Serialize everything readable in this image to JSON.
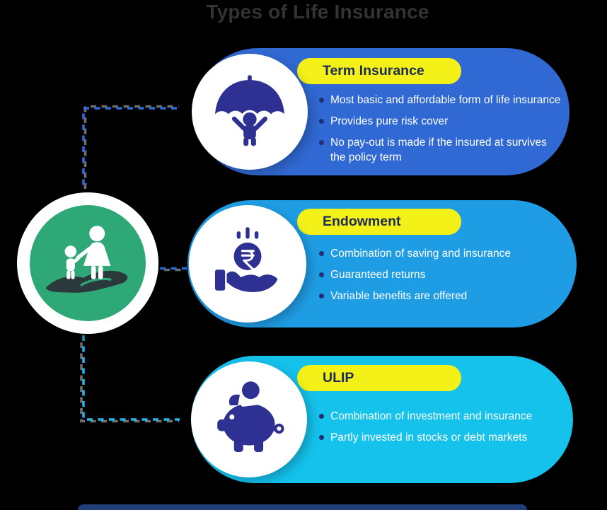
{
  "title": "Types of Life Insurance",
  "colors": {
    "background": "#000000",
    "title_color": "#333333",
    "yellow": "#f4f118",
    "navy_text": "#1b2a56",
    "icon_navy": "#2e3192",
    "green": "#2fa878",
    "hand_dark": "#2b383c",
    "bullet_dot": "#232e75",
    "bullet_text": "#ffffff",
    "next_card_edge": "#1e3f77"
  },
  "hub": {
    "icon": "family-in-hand-icon"
  },
  "connectors": {
    "top": "#2e6bd8",
    "middle": "#2e6bd8",
    "bottom": "#28b2e6",
    "shadow": "#6f6f6f"
  },
  "cards": [
    {
      "label": "Term Insurance",
      "icon": "umbrella-person-icon",
      "color": "#3069d3",
      "bullets": [
        "Most basic and affordable form of life insurance",
        "Provides pure risk cover",
        "No pay-out is made if the insured at survives\nthe policy term"
      ]
    },
    {
      "label": "Endowment",
      "icon": "rupee-coin-hand-icon",
      "color": "#1f9de4",
      "bullets": [
        "Combination of saving and insurance",
        "Guaranteed returns",
        "Variable benefits are offered"
      ]
    },
    {
      "label": "ULIP",
      "icon": "piggy-bank-icon",
      "color": "#14c2ec",
      "bullets": [
        "Combination of investment and insurance",
        "Partly invested in stocks or debt markets"
      ]
    }
  ]
}
